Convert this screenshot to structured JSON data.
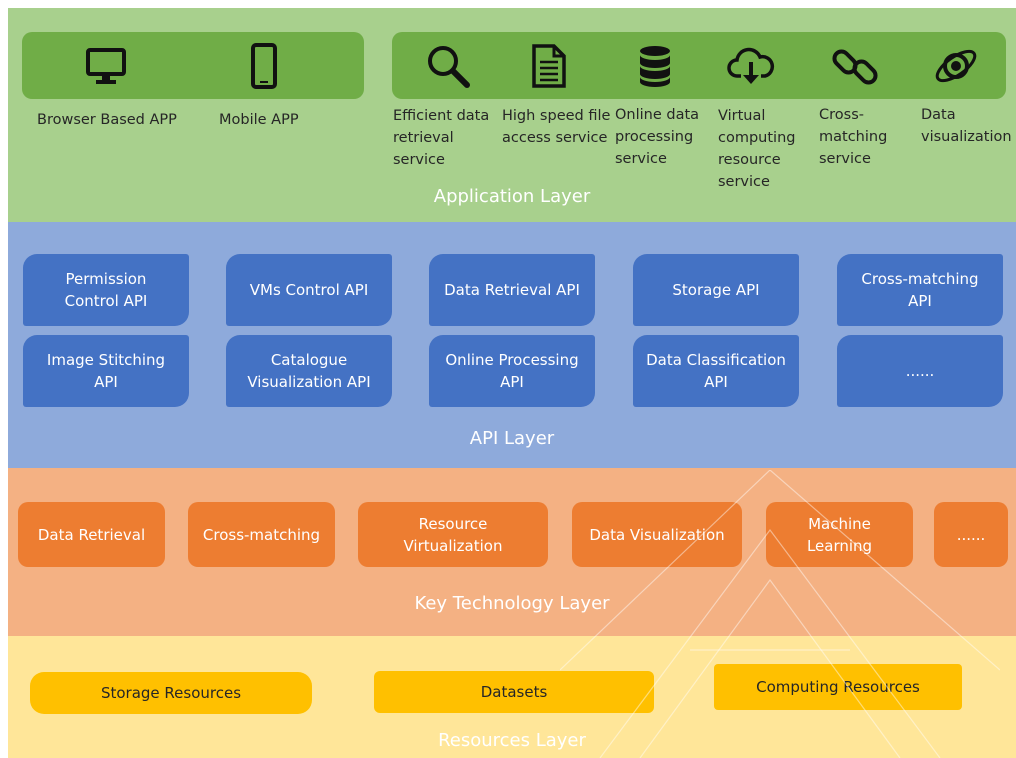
{
  "application_layer": {
    "title": "Application Layer",
    "items": [
      {
        "label": "Browser Based APP",
        "icon": "monitor-icon"
      },
      {
        "label": "Mobile APP",
        "icon": "mobile-phone-icon"
      },
      {
        "label": "Efficient data\nretrieval\nservice",
        "icon": "magnifier-icon"
      },
      {
        "label": "High speed file\naccess service",
        "icon": "document-icon"
      },
      {
        "label": "Online data\nprocessing\nservice",
        "icon": "database-icon"
      },
      {
        "label": "Virtual\ncomputing\nresource\nservice",
        "icon": "cloud-download-icon"
      },
      {
        "label": "Cross-\nmatching\nservice",
        "icon": "chain-link-icon"
      },
      {
        "label": "Data\nvisualization",
        "icon": "planet-icon"
      }
    ]
  },
  "api_layer": {
    "title": "API Layer",
    "items": [
      "Permission\nControl API",
      "VMs Control API",
      "Data Retrieval API",
      "Storage API",
      "Cross-matching\nAPI",
      "Image Stitching\nAPI",
      "Catalogue\nVisualization API",
      "Online Processing\nAPI",
      "Data Classification\nAPI",
      "......"
    ]
  },
  "key_technology_layer": {
    "title": "Key Technology Layer",
    "items": [
      "Data Retrieval",
      "Cross-matching",
      "Resource\nVirtualization",
      "Data Visualization",
      "Machine\nLearning",
      "......"
    ]
  },
  "resources_layer": {
    "title": "Resources Layer",
    "items": [
      "Storage Resources",
      "Datasets",
      "Computing Resources"
    ]
  },
  "colors": {
    "app_bg": "#a8d08d",
    "app_panel": "#70ad47",
    "api_bg": "#8eaadb",
    "api_box": "#4472c4",
    "key_bg": "#f4b183",
    "key_box": "#ed7d31",
    "res_bg": "#ffe699",
    "res_box": "#ffc000"
  }
}
